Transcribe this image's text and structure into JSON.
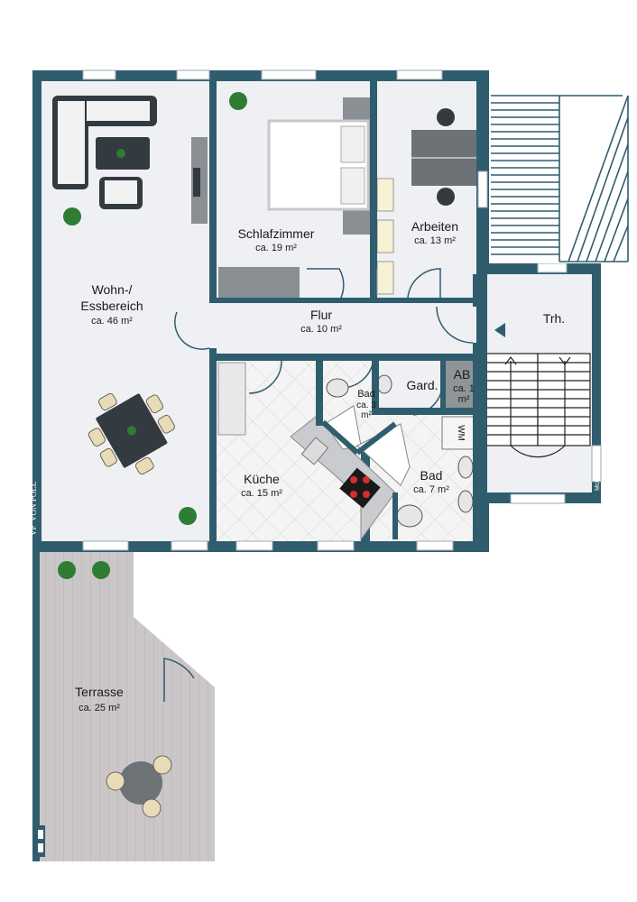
{
  "rooms": {
    "wohn": {
      "name_line1": "Wohn-/",
      "name_line2": "Essbereich",
      "area": "ca. 46 m²"
    },
    "schlaf": {
      "name": "Schlafzimmer",
      "area": "ca. 19 m²"
    },
    "arbeiten": {
      "name": "Arbeiten",
      "area": "ca. 13 m²"
    },
    "flur": {
      "name": "Flur",
      "area": "ca. 10 m²"
    },
    "trh": {
      "name": "Trh."
    },
    "gard": {
      "name": "Gard."
    },
    "ab": {
      "name": "AB",
      "area_line1": "ca. 1",
      "area_line2": "m²"
    },
    "wm": {
      "name": "WM"
    },
    "bad_small": {
      "name": "Bad",
      "area_line1": "ca. 3",
      "area_line2": "m²"
    },
    "bad": {
      "name": "Bad",
      "area": "ca. 7 m²"
    },
    "kueche": {
      "name": "Küche",
      "area": "ca. 15 m²"
    },
    "terrasse": {
      "name": "Terrasse",
      "area": "ca. 25 m²"
    }
  },
  "branding": {
    "logo": "VP",
    "company": "VON POLL",
    "credit": "McGrundriss"
  },
  "colors": {
    "wall": "#2f5d6e",
    "floor": "#eef0f4",
    "terrace_deck": "#c9c6c8"
  }
}
